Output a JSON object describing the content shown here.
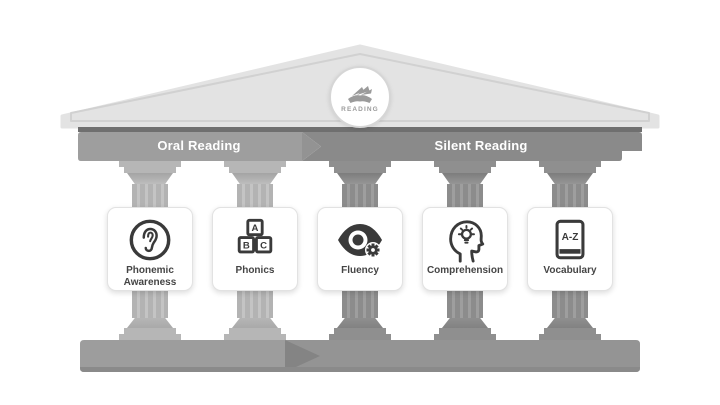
{
  "badge": {
    "icon": "open-book-icon",
    "label": "READING"
  },
  "banner": {
    "sections": [
      {
        "label": "Oral Reading"
      },
      {
        "label": "Silent Reading"
      }
    ]
  },
  "pillars": [
    {
      "label": "Phonemic Awareness",
      "icon": "ear-icon",
      "tone": "light"
    },
    {
      "label": "Phonics",
      "icon": "abc-blocks-icon",
      "icon_letters": [
        "A",
        "B",
        "C"
      ],
      "tone": "light"
    },
    {
      "label": "Fluency",
      "icon": "eye-gear-icon",
      "tone": "dark"
    },
    {
      "label": "Comprehension",
      "icon": "head-lightbulb-icon",
      "tone": "dark"
    },
    {
      "label": "Vocabulary",
      "icon": "book-icon",
      "icon_text": "A-Z",
      "tone": "dark"
    }
  ],
  "colors": {
    "pediment": "#e3e3e3",
    "pediment_line": "#d1d1d1",
    "banner_left": "#9e9e9e",
    "banner_arrow": "#939393",
    "banner_right": "#8a8a8a",
    "pillar_light": "#b3b3b3",
    "pillar_light_step": "#b6b6b6",
    "pillar_dark": "#8c8c8c",
    "pillar_dark_step": "#8f8f8f",
    "slab_left": "#9d9d9d",
    "slab_right": "#949494",
    "slab_arrow": "#848484",
    "icon": "#3a3a3a",
    "label": "#454545",
    "muted": "#9b9b9b"
  }
}
